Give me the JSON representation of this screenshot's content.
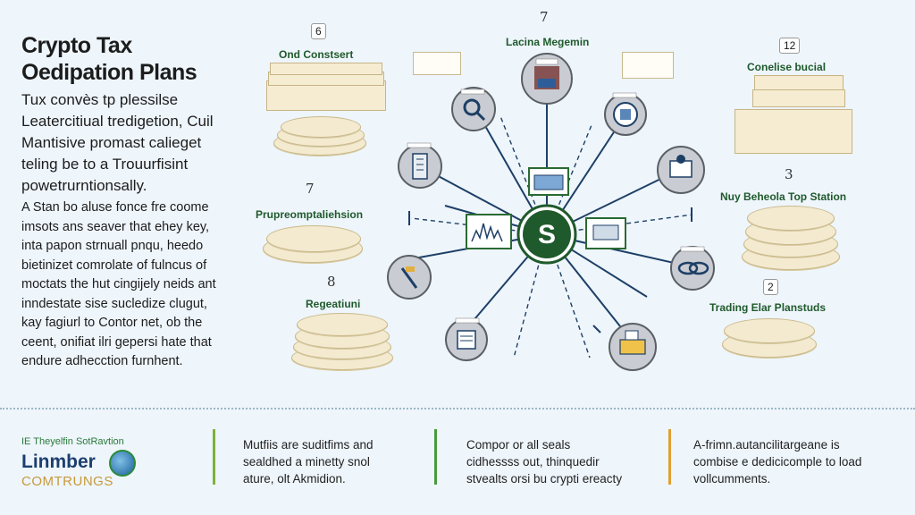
{
  "title_lines": [
    "Crypto Tax",
    "Oedipation Plans"
  ],
  "intro_lines": [
    "Tux convès tp plessilse",
    "Leatercitiual tredigetion, Cuil",
    "Mantisive promast calieget",
    "teling be to a Trouurfisint",
    "powetrurntionsally."
  ],
  "body_lines": [
    "A Stan bo aluse fonce fre coome",
    "imsots ans seaver that ehey key,",
    "inta papon strnuall pnqu, heedo",
    "bietinizet comrolate of fulncus of",
    "moctats the hut cingijely neids ant",
    "inndestate sise sucledize clugut,",
    "kay fagiurl to Contor net, ob the",
    "ceent, onifiat ilri gepersi hate that",
    "endure adhecction furnhent."
  ],
  "hub": {
    "symbol": "S",
    "color": "#1f5a2c"
  },
  "labels": {
    "top_left": "Ond Constsert",
    "top_center": "Lacina Megemin",
    "top_right": "Conelise bucial",
    "mid_left": "Prupreomptaliehsion",
    "mid_right": "Nuy Beheola Top Station",
    "bottom_left": "Regeatiuni",
    "bottom_right": "Trading Elar Planstuds"
  },
  "numbers": {
    "top_left": "6",
    "top_center": "7",
    "top_right": "12",
    "mid_left": "7",
    "mid_right": "3",
    "bottom_left": "8",
    "bottom_right": "2"
  },
  "footer": {
    "brand_tag": "IE Theyelfin SotRavtion",
    "brand_name": "Linmber",
    "brand_sub": "COMTRUNGS",
    "col1": [
      "Mutfiis are suditfims and",
      "sealdhed a minetty snol",
      "ature, olt Akmidion."
    ],
    "col2": [
      "Compor or all seals",
      "cidhessss out, thinquedir",
      "stvealts orsi bu crypti ereacty"
    ],
    "col3": [
      "A-frimn.autancilitargeane is",
      "combise e dedicicomple to load",
      "vollcumments."
    ],
    "bar_colors": [
      "#7fb23a",
      "#4a9a3c",
      "#e0a030"
    ]
  }
}
